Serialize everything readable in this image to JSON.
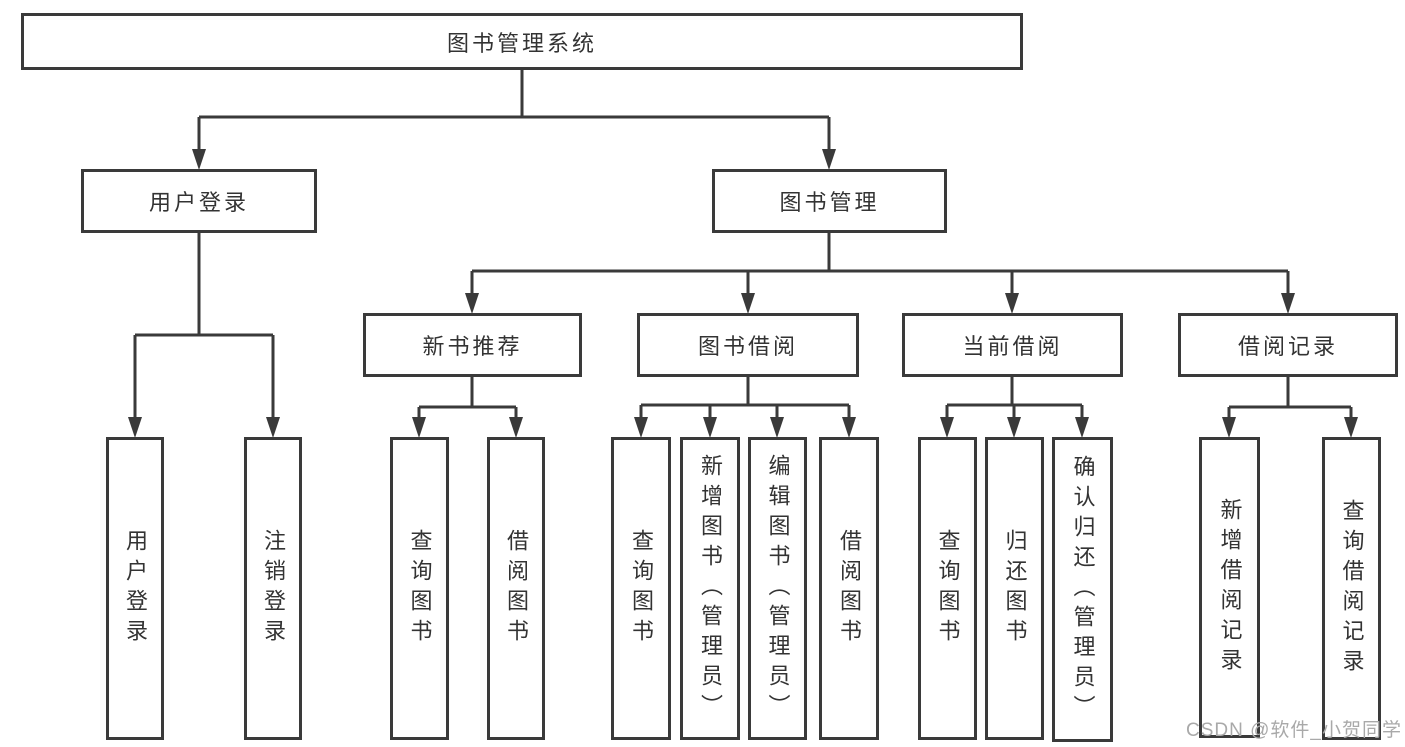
{
  "colors": {
    "line": "#3a3a3a",
    "text": "#333333",
    "watermark": "#a9a9a9",
    "background": "#ffffff"
  },
  "watermark": "CSDN @软件_小贺同学",
  "tree": {
    "root": {
      "label": "图书管理系统"
    },
    "branches": [
      {
        "label": "用户登录",
        "children": [
          {
            "label": "用户登录"
          },
          {
            "label": "注销登录"
          }
        ]
      },
      {
        "label": "图书管理",
        "children": [
          {
            "label": "新书推荐",
            "children": [
              {
                "label": "查询图书"
              },
              {
                "label": "借阅图书"
              }
            ]
          },
          {
            "label": "图书借阅",
            "children": [
              {
                "label": "查询图书"
              },
              {
                "label": "新增图书（管理员）"
              },
              {
                "label": "编辑图书（管理员）"
              },
              {
                "label": "借阅图书"
              }
            ]
          },
          {
            "label": "当前借阅",
            "children": [
              {
                "label": "查询图书"
              },
              {
                "label": "归还图书"
              },
              {
                "label": "确认归还（管理员）"
              }
            ]
          },
          {
            "label": "借阅记录",
            "children": [
              {
                "label": "新增借阅记录"
              },
              {
                "label": "查询借阅记录"
              }
            ]
          }
        ]
      }
    ]
  }
}
